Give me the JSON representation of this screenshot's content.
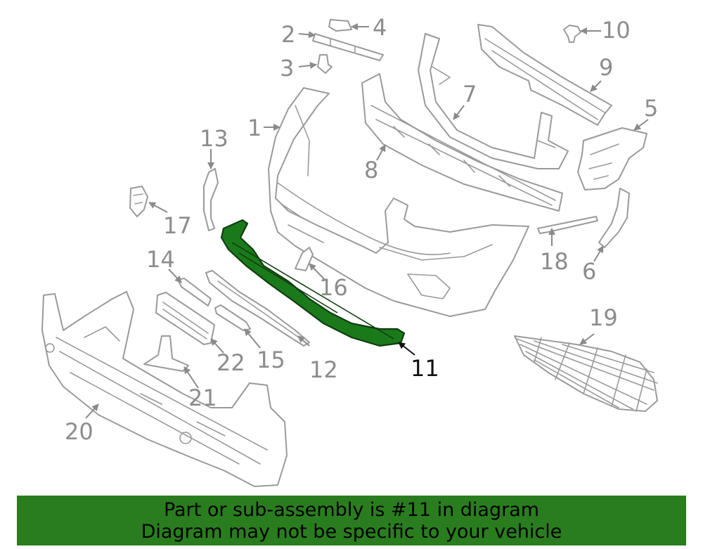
{
  "callouts": {
    "c1": "1",
    "c2": "2",
    "c3": "3",
    "c4": "4",
    "c5": "5",
    "c6": "6",
    "c7": "7",
    "c8": "8",
    "c9": "9",
    "c10": "10",
    "c11": "11",
    "c12": "12",
    "c13": "13",
    "c14": "14",
    "c15": "15",
    "c16": "16",
    "c17": "17",
    "c18": "18",
    "c19": "19",
    "c20": "20",
    "c21": "21",
    "c22": "22"
  },
  "highlighted_part": "11",
  "colors": {
    "highlight": "#1a7a1a",
    "banner": "#2a7d1f",
    "parts": "#9a9a9a"
  },
  "banner": {
    "line1": "Part or sub-assembly is #11 in diagram",
    "line2": "Diagram may not be specific to your vehicle"
  }
}
